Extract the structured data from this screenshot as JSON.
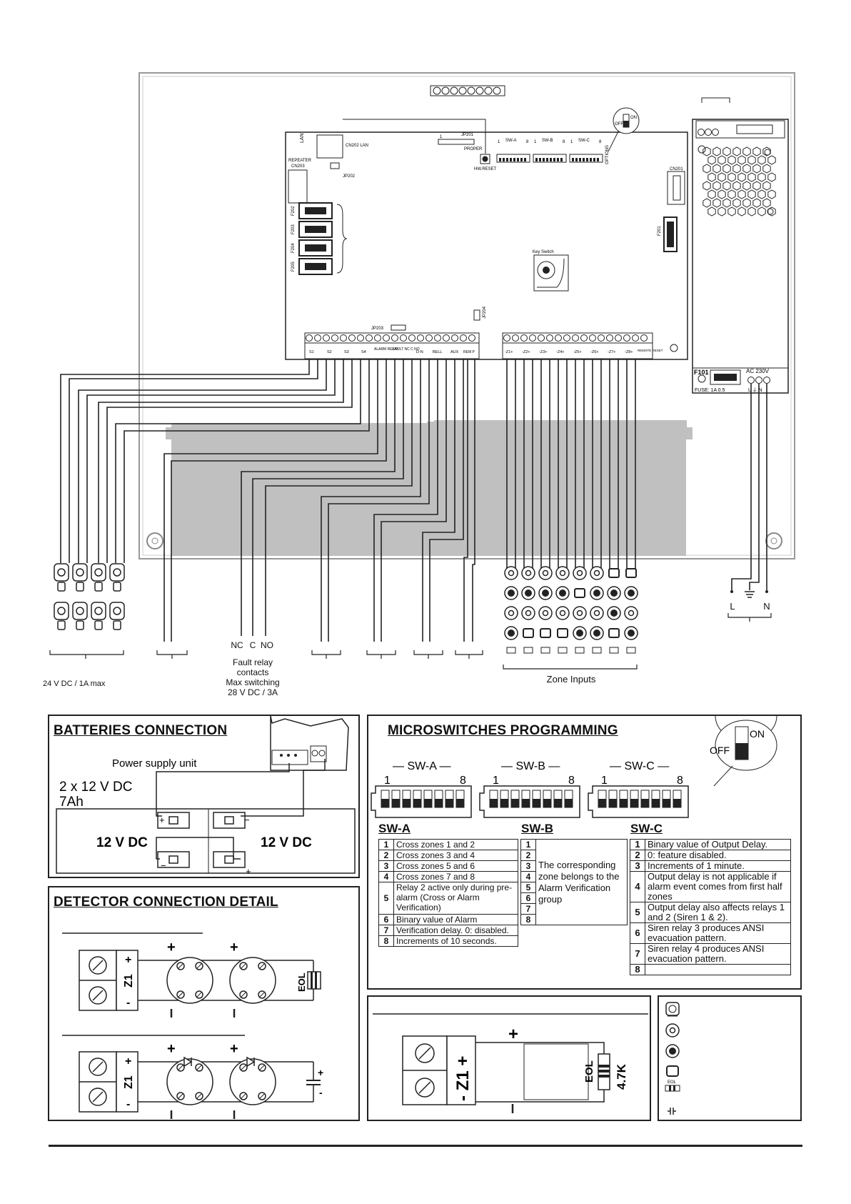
{
  "board": {
    "labels": {
      "lan": "LAN",
      "cn202": "CN202 LAN",
      "repeater": "REPEATER",
      "cn203": "CN203",
      "jp202": "JP202",
      "jp201": "JP201",
      "jp201_pin1": "1",
      "proper": "PROPER",
      "hwreset": "HW.RESET",
      "options": "OPTIONS",
      "cn201": "CN201",
      "f201": "F201",
      "keyswitch": "Key Switch",
      "jp203": "JP203",
      "jp204": "JP204",
      "fuses": [
        "F202",
        "F203",
        "F204",
        "F205"
      ],
      "dip_groups": [
        {
          "name": "SW-A",
          "first": "1",
          "last": "8"
        },
        {
          "name": "SW-B",
          "first": "1",
          "last": "8"
        },
        {
          "name": "SW-C",
          "first": "1",
          "last": "8"
        }
      ],
      "off": "OFF",
      "on": "ON",
      "left_terminals": [
        "S1",
        "S2",
        "S3",
        "S4",
        "ALARM RELAY",
        "FAULT NC C NO",
        "D-N",
        "BELL",
        "AUX",
        "REM P"
      ],
      "zone_terminals": [
        "-Z1+",
        "-Z2+",
        "-Z3+",
        "-Z4+",
        "-Z5+",
        "-Z6+",
        "-Z7+",
        "-Z8+",
        "REMOTE RESET"
      ],
      "psu_f101": "F101",
      "psu_fuse": "FUSE: 1A 0.5",
      "psu_ac": "AC 230V",
      "psu_lnn": "L ⏚ N"
    }
  },
  "bottom_labels": {
    "battery_rating": "24 V DC / 1A max",
    "nc": "NC",
    "c": "C",
    "no": "NO",
    "fault_relay": [
      "Fault relay",
      "contacts",
      "Max switching",
      "28 V DC / 3A"
    ],
    "zone_inputs": "Zone Inputs",
    "l": "L",
    "n": "N"
  },
  "batteries": {
    "title": "BATTERIES CONNECTION",
    "psu_label": "Power supply unit",
    "spec_line1": "2 x 12 V DC",
    "spec_line2": "7Ah",
    "battery_left": "12 V DC",
    "battery_right": "12 V DC"
  },
  "microswitches": {
    "title": "MICROSWITCHES PROGRAMMING",
    "on": "ON",
    "off": "OFF",
    "groups": [
      {
        "name": "SW-A",
        "first": "1",
        "last": "8"
      },
      {
        "name": "SW-B",
        "first": "1",
        "last": "8"
      },
      {
        "name": "SW-C",
        "first": "1",
        "last": "8"
      }
    ],
    "sw_a": {
      "title": "SW-A",
      "rows": [
        {
          "n": "1",
          "text": "Cross zones 1 and 2"
        },
        {
          "n": "2",
          "text": "Cross zones 3 and 4"
        },
        {
          "n": "3",
          "text": "Cross zones 5 and 6"
        },
        {
          "n": "4",
          "text": "Cross zones 7 and 8"
        },
        {
          "n": "5",
          "text": "Relay 2 active only during pre-alarm (Cross or Alarm Verification)"
        },
        {
          "n": "6",
          "text": "Binary value of Alarm"
        },
        {
          "n": "7",
          "text": "Verification delay. 0: disabled."
        },
        {
          "n": "8",
          "text": "Increments of 10 seconds."
        }
      ]
    },
    "sw_b": {
      "title": "SW-B",
      "numbers": [
        "1",
        "2",
        "3",
        "4",
        "5",
        "6",
        "7",
        "8"
      ],
      "text": "The corresponding zone belongs to the Alarm Verification group"
    },
    "sw_c": {
      "title": "SW-C",
      "rows": [
        {
          "n": "1",
          "text": "Binary value of Output Delay."
        },
        {
          "n": "2",
          "text": "0: feature disabled."
        },
        {
          "n": "3",
          "text": "Increments of 1 minute."
        },
        {
          "n": "4",
          "text": "Output delay is not applicable if alarm event comes from first half zones"
        },
        {
          "n": "5",
          "text": "Output delay also affects relays 1 and 2 (Siren 1 & 2)."
        },
        {
          "n": "6",
          "text": "Siren relay 3 produces ANSI evacuation pattern."
        },
        {
          "n": "7",
          "text": "Siren relay 4 produces ANSI evacuation pattern."
        },
        {
          "n": "8",
          "text": ""
        }
      ]
    }
  },
  "detector": {
    "title": "DETECTOR CONNECTION DETAIL",
    "z1": "Z1",
    "plus": "+",
    "minus": "-",
    "eol": "EOL"
  },
  "zone_detail": {
    "z1": "- Z1 +",
    "eol": "EOL",
    "value": "4.7K",
    "plus": "+",
    "minus": "-"
  },
  "legend": {
    "eol": "EOL"
  }
}
